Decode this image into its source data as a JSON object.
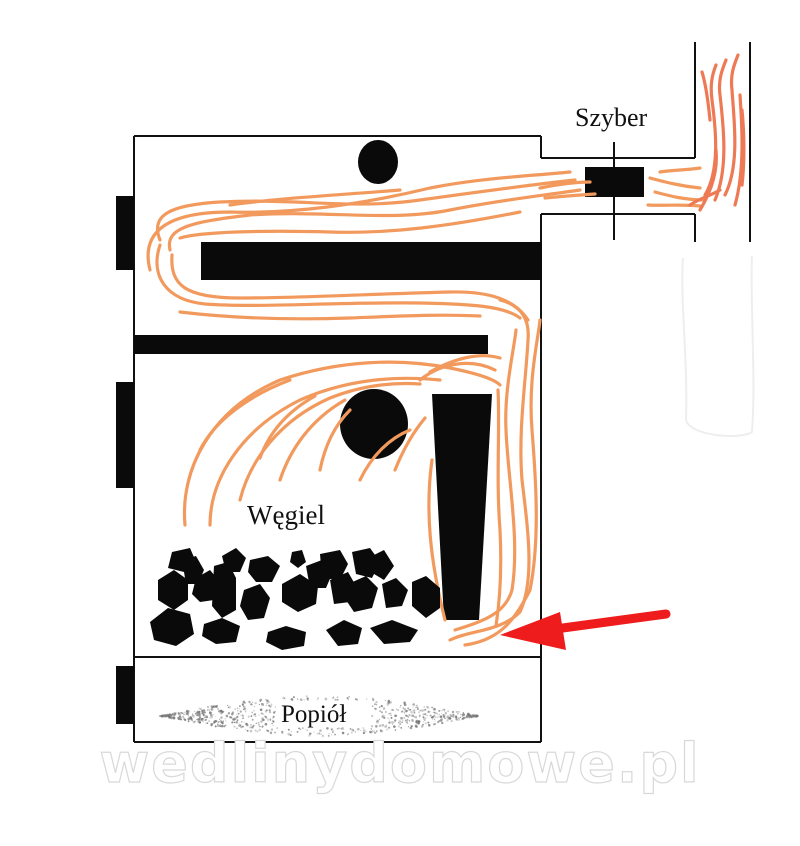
{
  "labels": {
    "damper": "Szyber",
    "coal": "Węgiel",
    "ash": "Popiół"
  },
  "watermark": "wedlinydomowe.pl",
  "colors": {
    "outline": "#111111",
    "parts": "#0a0a0a",
    "flame": "#f29a5e",
    "arrow": "#ee1c1c",
    "chimney_smoke": "#ee7a55"
  }
}
